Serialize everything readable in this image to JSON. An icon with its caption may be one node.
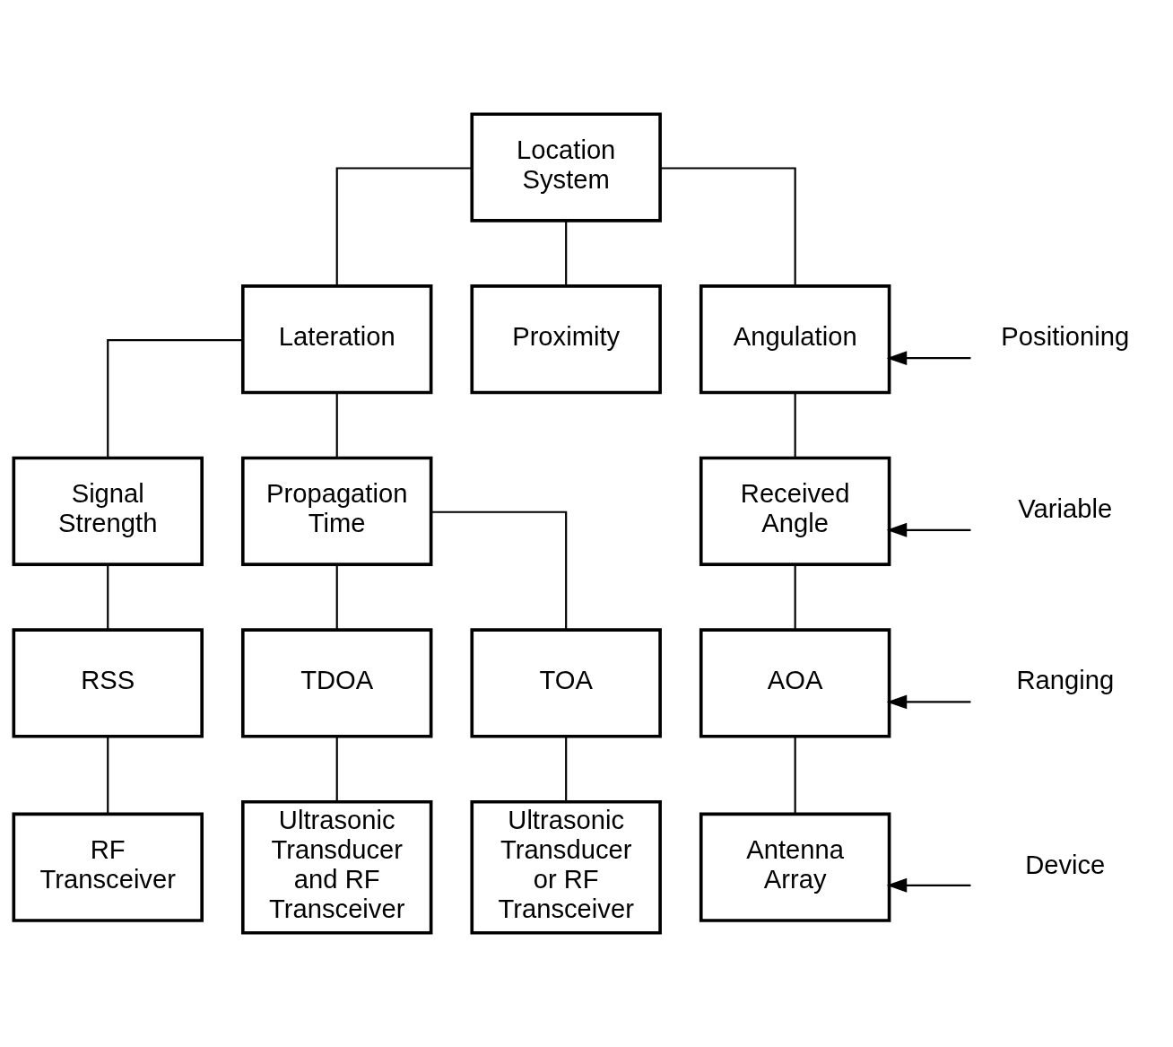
{
  "diagram": {
    "nodes": [
      {
        "text": [
          "Location System"
        ]
      },
      {
        "text": [
          "Lateration"
        ]
      },
      {
        "text": [
          "Proximity"
        ]
      },
      {
        "text": [
          "Angulation"
        ]
      },
      {
        "text": [
          "Signal Strength"
        ]
      },
      {
        "text": [
          "Propagation Time"
        ]
      },
      {
        "text": [
          "Received Angle"
        ]
      },
      {
        "text": [
          "RSS"
        ]
      },
      {
        "text": [
          "TDOA"
        ]
      },
      {
        "text": [
          "TOA"
        ]
      },
      {
        "text": [
          "AOA"
        ]
      },
      {
        "text": [
          "RF Transceiver"
        ]
      },
      {
        "text": [
          "Ultrasonic Transducer and RF Transceiver"
        ]
      },
      {
        "text": [
          "Ultrasonic Transducer or RF Transceiver"
        ]
      },
      {
        "text": [
          "Antenna Array"
        ]
      },
      {
        "text": [
          "Positioning"
        ]
      },
      {
        "text": [
          "Variable"
        ]
      },
      {
        "text": [
          "Ranging"
        ]
      },
      {
        "text": [
          "Device"
        ]
      }
    ],
    "edges": [
      {
        "from": 0,
        "to": 1,
        "arrow": "none"
      },
      {
        "from": 0,
        "to": 2,
        "arrow": "none"
      },
      {
        "from": 0,
        "to": 3,
        "arrow": "none"
      },
      {
        "from": 1,
        "to": 4,
        "arrow": "none"
      },
      {
        "from": 1,
        "to": 5,
        "arrow": "none"
      },
      {
        "from": 3,
        "to": 6,
        "arrow": "none"
      },
      {
        "from": 4,
        "to": 7,
        "arrow": "none"
      },
      {
        "from": 5,
        "to": 8,
        "arrow": "none"
      },
      {
        "from": 5,
        "to": 9,
        "arrow": "none"
      },
      {
        "from": 6,
        "to": 10,
        "arrow": "none"
      },
      {
        "from": 7,
        "to": 11,
        "arrow": "none"
      },
      {
        "from": 8,
        "to": 12,
        "arrow": "none"
      },
      {
        "from": 9,
        "to": 13,
        "arrow": "none"
      },
      {
        "from": 10,
        "to": 14,
        "arrow": "none"
      },
      {
        "from": 15,
        "to": 3,
        "arrow": "to"
      },
      {
        "from": 16,
        "to": 6,
        "arrow": "to"
      },
      {
        "from": 17,
        "to": 10,
        "arrow": "to"
      },
      {
        "from": 18,
        "to": 14,
        "arrow": "to"
      }
    ]
  }
}
